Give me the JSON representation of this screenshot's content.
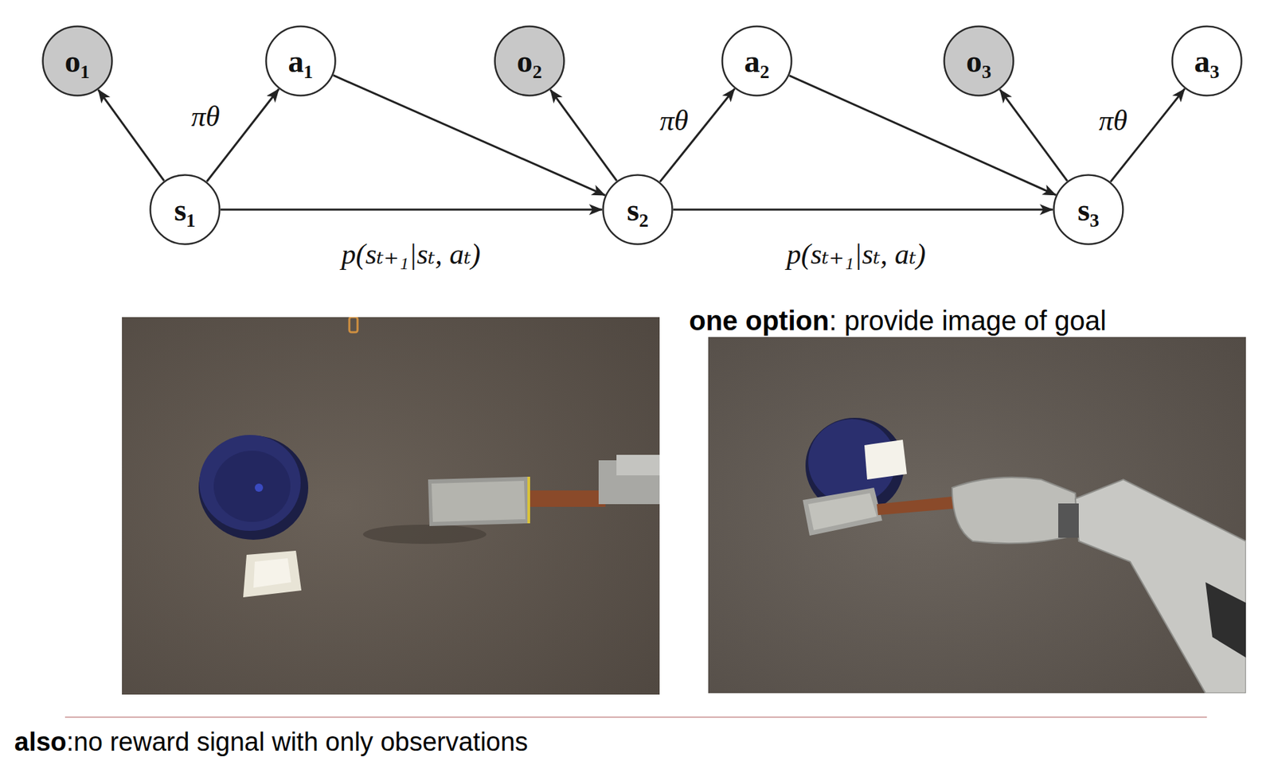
{
  "diagram": {
    "nodes": [
      {
        "text": [
          "o₁"
        ]
      },
      {
        "text": [
          "a₁"
        ]
      },
      {
        "text": [
          "o₂"
        ]
      },
      {
        "text": [
          "a₂"
        ]
      },
      {
        "text": [
          "o₃"
        ]
      },
      {
        "text": [
          "a₃"
        ]
      },
      {
        "text": [
          "s₁"
        ]
      },
      {
        "text": [
          "s₂"
        ]
      },
      {
        "text": [
          "s₃"
        ]
      }
    ],
    "edges": [
      {
        "from": 6,
        "to": 0,
        "arrow": "to"
      },
      {
        "from": 6,
        "to": 1,
        "label": "πθ",
        "arrow": "to"
      },
      {
        "from": 1,
        "to": 7,
        "arrow": "to"
      },
      {
        "from": 6,
        "to": 7,
        "label": "p(sₜ₊₁|sₜ, aₜ)",
        "arrow": "to"
      },
      {
        "from": 7,
        "to": 2,
        "arrow": "to"
      },
      {
        "from": 7,
        "to": 3,
        "label": "πθ",
        "arrow": "to"
      },
      {
        "from": 3,
        "to": 8,
        "arrow": "to"
      },
      {
        "from": 7,
        "to": 8,
        "label": "p(sₜ₊₁|sₜ, aₜ)",
        "arrow": "to"
      },
      {
        "from": 8,
        "to": 4,
        "arrow": "to"
      },
      {
        "from": 8,
        "to": 5,
        "label": "πθ",
        "arrow": "to"
      }
    ],
    "labels": [
      "one option",
      ": provide image of goal",
      "also",
      ":no reward signal with only observations"
    ]
  }
}
